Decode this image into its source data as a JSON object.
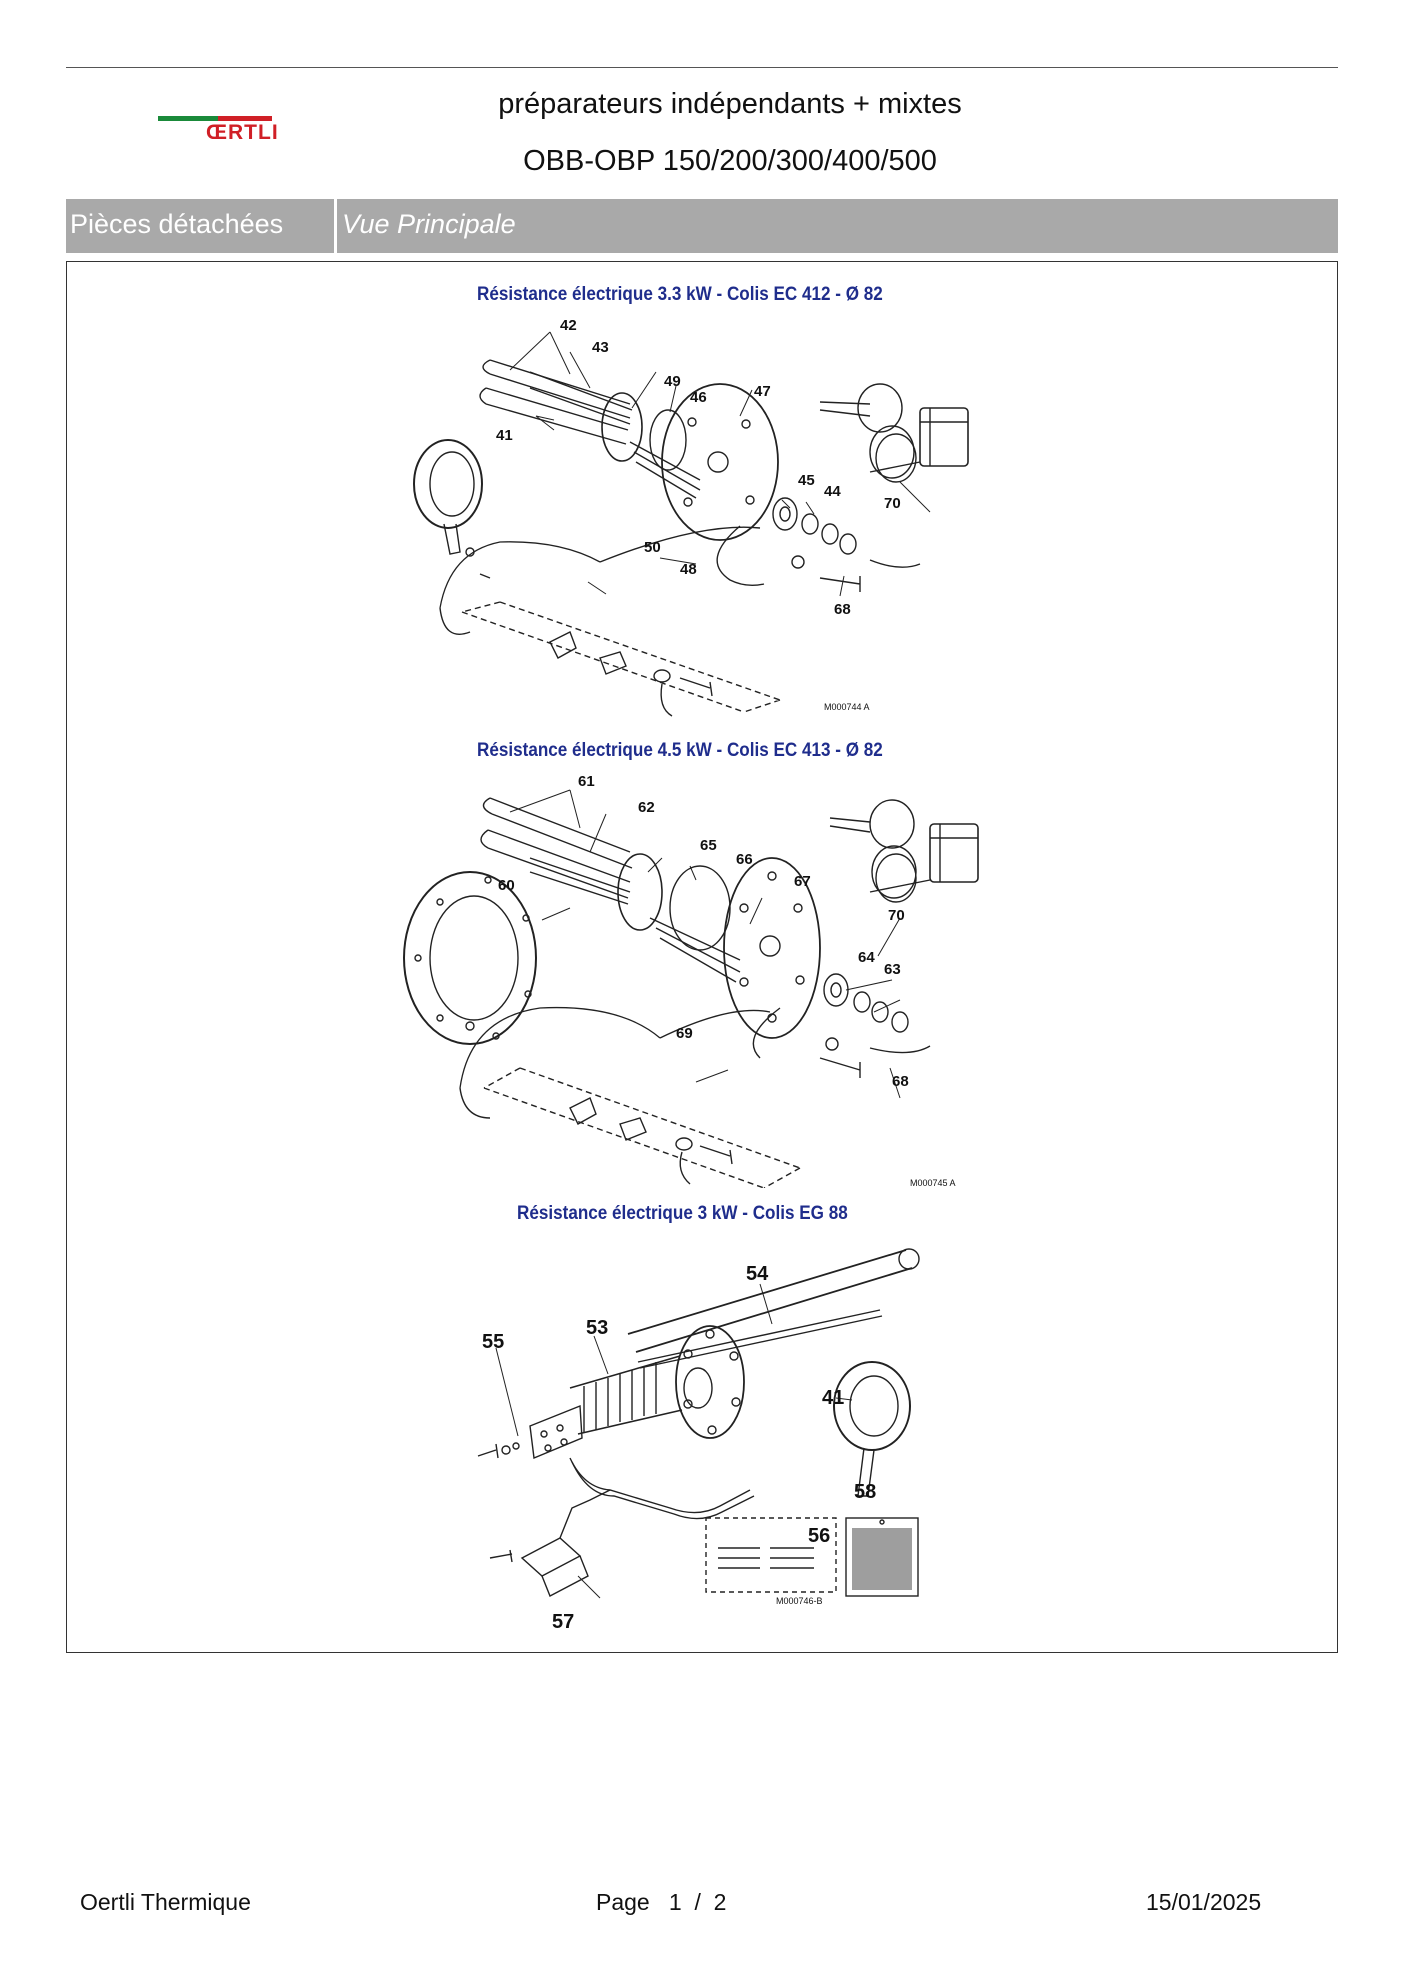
{
  "header": {
    "brand": "ŒRTLI",
    "title_line1": "préparateurs indépendants + mixtes",
    "title_line2": "OBB-OBP 150/200/300/400/500"
  },
  "section_bar": {
    "left_label": "Pièces détachées",
    "right_label": "Vue Principale"
  },
  "diagrams": [
    {
      "title": "Résistance électrique 3.3 kW - Colis EC 412 - Ø 82",
      "labels": [
        "42",
        "43",
        "49",
        "46",
        "47",
        "41",
        "45",
        "44",
        "70",
        "50",
        "48",
        "68"
      ],
      "ref": "M000744 A"
    },
    {
      "title": "Résistance électrique 4.5 kW - Colis EC 413 - Ø 82",
      "labels": [
        "61",
        "62",
        "65",
        "66",
        "67",
        "60",
        "70",
        "64",
        "63",
        "69",
        "68"
      ],
      "ref": "M000745 A"
    },
    {
      "title": "Résistance électrique 3 kW - Colis EG 88",
      "labels": [
        "54",
        "53",
        "55",
        "41",
        "58",
        "56",
        "57"
      ],
      "ref": "M000746-B"
    }
  ],
  "colors": {
    "brand_red": "#d01f26",
    "brand_green": "#1a8a3a",
    "diagram_title_blue": "#1f2d8c",
    "bar_gray": "#a9a9a9"
  },
  "footer": {
    "company": "Oertli Thermique",
    "page_label": "Page",
    "page_current": "1",
    "page_sep": "/",
    "page_total": "2",
    "date": "15/01/2025"
  }
}
